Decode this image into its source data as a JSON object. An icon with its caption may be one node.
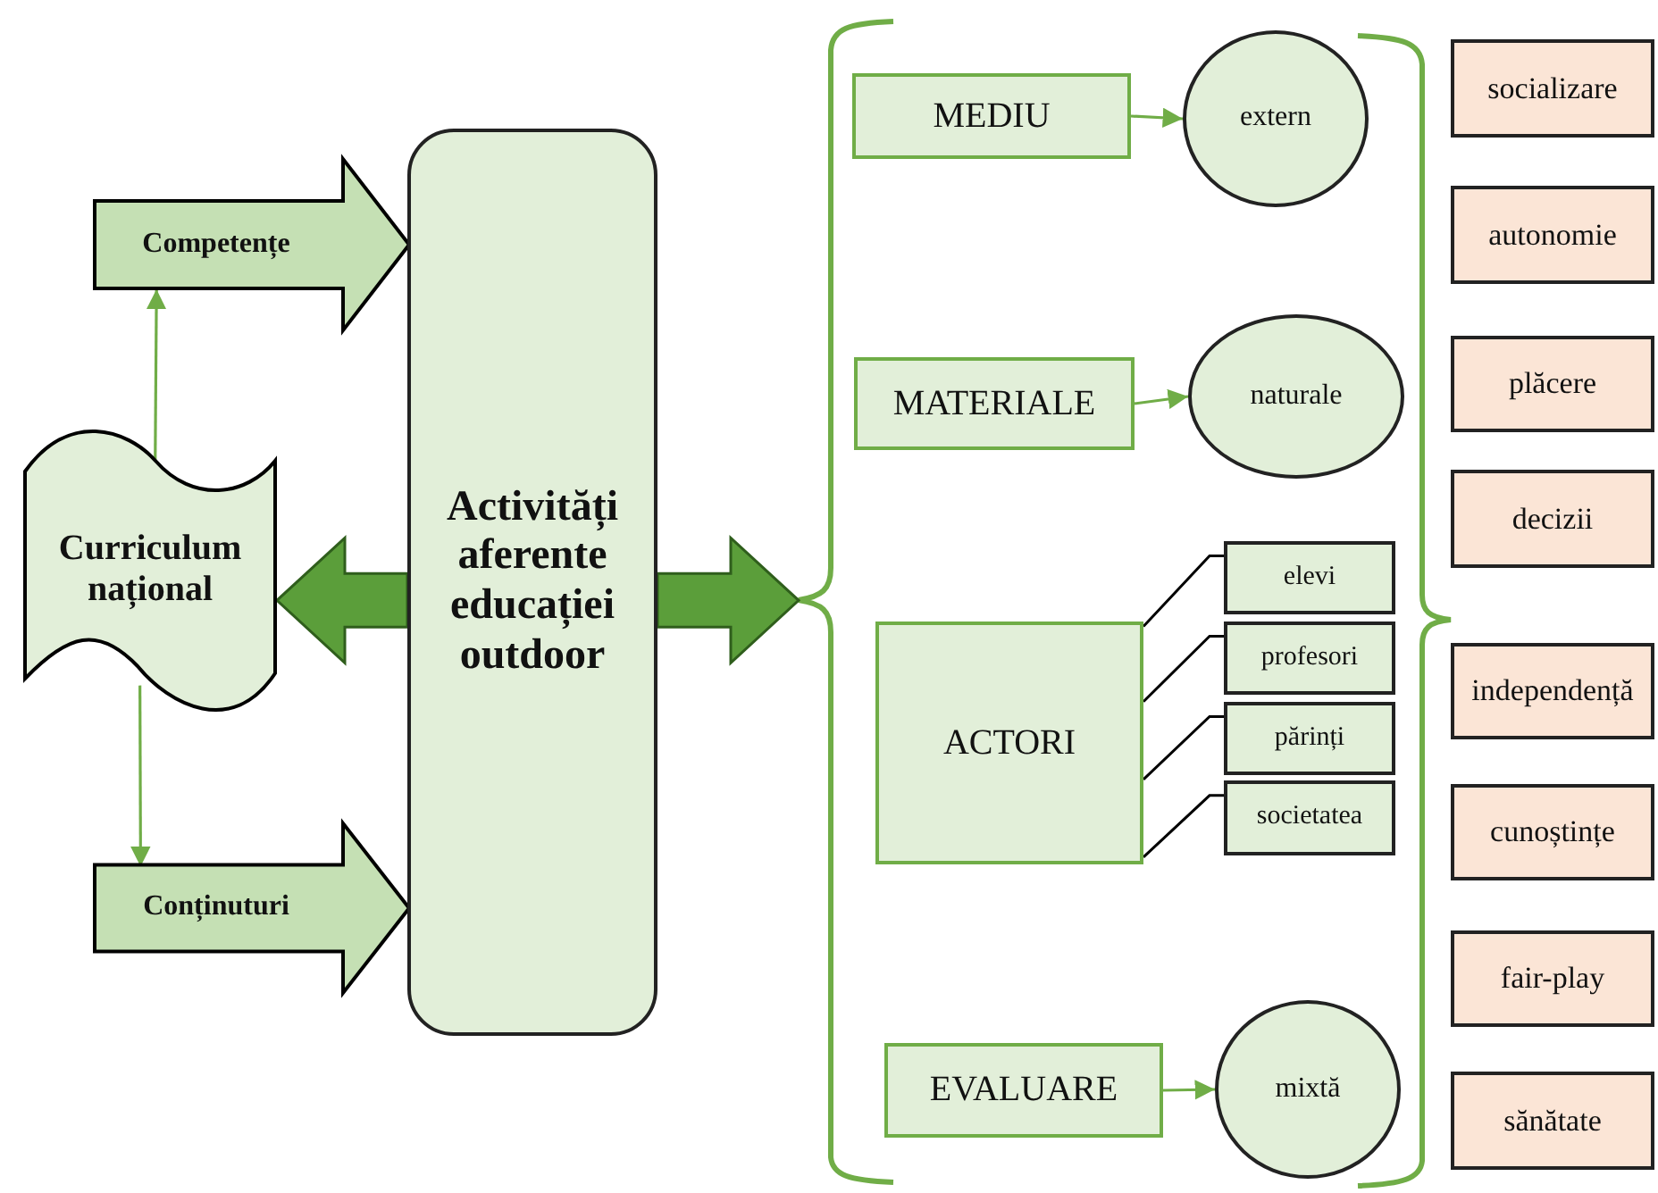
{
  "diagram": {
    "nodes": [
      {
        "text": [
          "Curriculum național"
        ]
      },
      {
        "text": [
          "Competențe"
        ]
      },
      {
        "text": [
          "Conținuturi"
        ]
      },
      {
        "text": [
          "Activități aferente educației outdoor"
        ]
      },
      {
        "text": [
          "MEDIU"
        ]
      },
      {
        "text": [
          "extern"
        ]
      },
      {
        "text": [
          "MATERIALE"
        ]
      },
      {
        "text": [
          "naturale"
        ]
      },
      {
        "text": [
          "ACTORI"
        ]
      },
      {
        "text": [
          "elevi"
        ]
      },
      {
        "text": [
          "profesori"
        ]
      },
      {
        "text": [
          "părinți"
        ]
      },
      {
        "text": [
          "societatea"
        ]
      },
      {
        "text": [
          "EVALUARE"
        ]
      },
      {
        "text": [
          "mixtă"
        ]
      },
      {
        "text": [
          "socializare"
        ]
      },
      {
        "text": [
          "autonomie"
        ]
      },
      {
        "text": [
          "plăcere"
        ]
      },
      {
        "text": [
          "decizii"
        ]
      },
      {
        "text": [
          "independență"
        ]
      },
      {
        "text": [
          "cunoștințe"
        ]
      },
      {
        "text": [
          "fair-play"
        ]
      },
      {
        "text": [
          "sănătate"
        ]
      }
    ],
    "edges": [
      {
        "from": 0,
        "to": 1,
        "arrow": "to"
      },
      {
        "from": 0,
        "to": 2,
        "arrow": "to"
      },
      {
        "from": 3,
        "to": 0,
        "arrow": "to",
        "style": "thick"
      },
      {
        "from": 3,
        "to": null,
        "arrow": "to",
        "style": "thick"
      },
      {
        "from": 4,
        "to": 5,
        "arrow": "to"
      },
      {
        "from": 6,
        "to": 7,
        "arrow": "to"
      },
      {
        "from": 8,
        "to": 9,
        "arrow": "none",
        "color": "#000000"
      },
      {
        "from": 8,
        "to": 10,
        "arrow": "none",
        "color": "#000000"
      },
      {
        "from": 8,
        "to": 11,
        "arrow": "none",
        "color": "#000000"
      },
      {
        "from": 8,
        "to": 12,
        "arrow": "none",
        "color": "#000000"
      },
      {
        "from": 13,
        "to": 14,
        "arrow": "to"
      }
    ]
  }
}
